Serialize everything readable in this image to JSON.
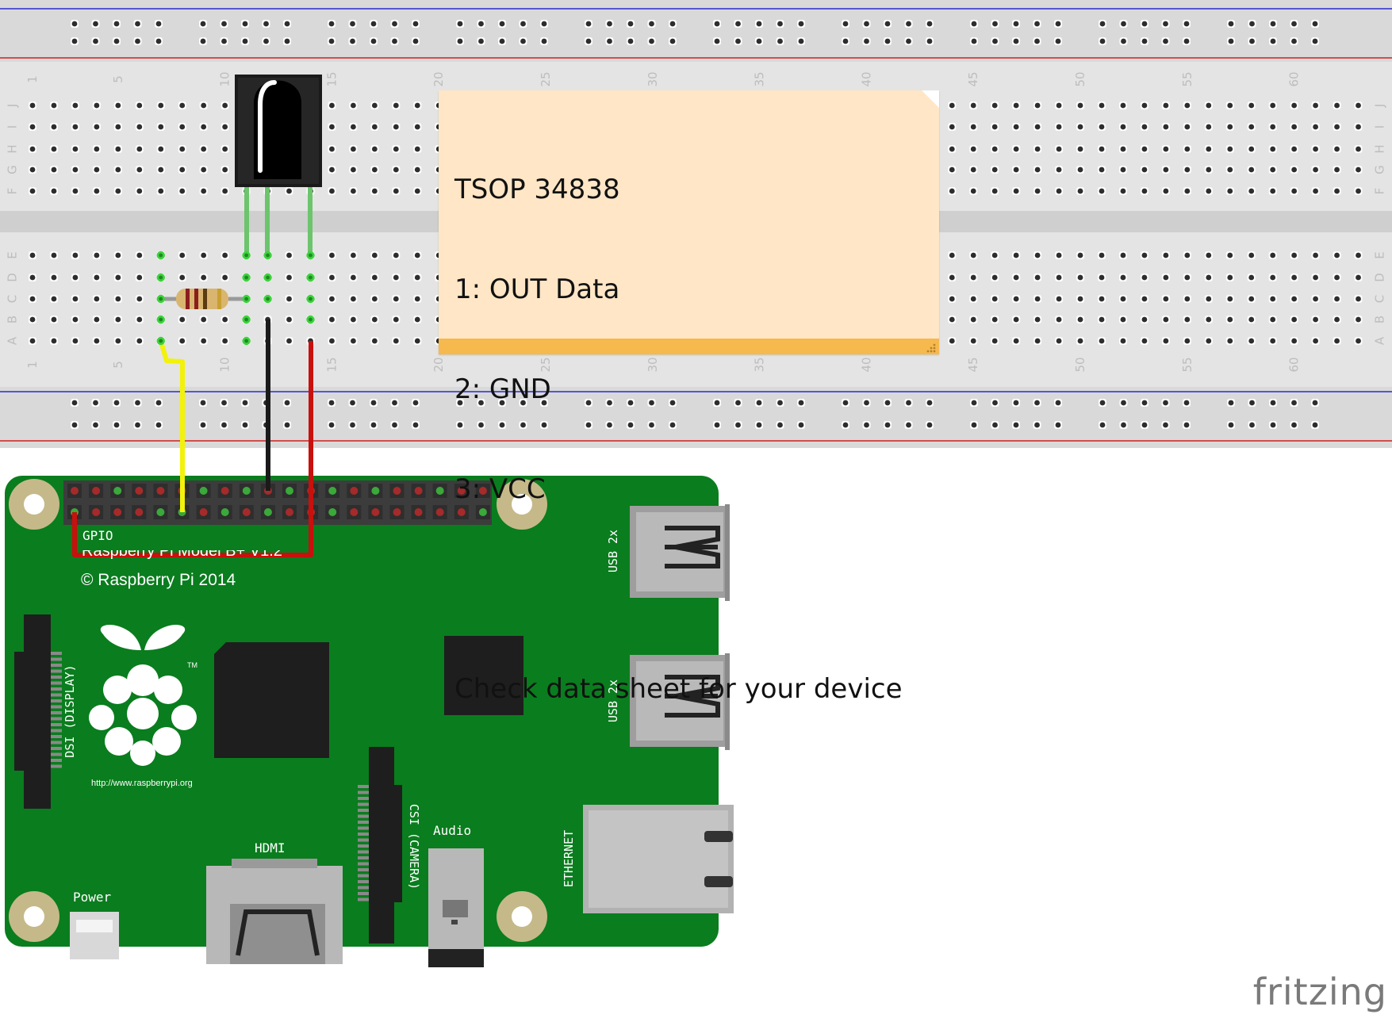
{
  "note": {
    "lines": [
      "TSOP 34838",
      "1: OUT Data",
      "2: GND",
      "3: VCC",
      "",
      "Check data sheet for your device"
    ]
  },
  "breadboard": {
    "column_numbers": [
      "1",
      "5",
      "10",
      "15",
      "20",
      "25",
      "30",
      "35",
      "40",
      "45",
      "50",
      "55",
      "60"
    ],
    "row_letters_top": [
      "J",
      "I",
      "H",
      "G",
      "F"
    ],
    "row_letters_bottom": [
      "E",
      "D",
      "C",
      "B",
      "A"
    ]
  },
  "pi": {
    "gpio_label": "GPIO",
    "model_label": "Raspberry Pi Model B+ V1.2",
    "copyright": "© Raspberry Pi 2014",
    "url": "http://www.raspberrypi.org",
    "tm": "TM",
    "dsi_label": "DSI (DISPLAY)",
    "csi_label": "CSI (CAMERA)",
    "hdmi_label": "HDMI",
    "audio_label": "Audio",
    "power_label": "Power",
    "usb1_label": "USB 2x",
    "usb2_label": "USB 2x",
    "ethernet_label": "ETHERNET"
  },
  "watermark": "fritzing",
  "colors": {
    "breadboard": "#d9d9d9",
    "pcb": "#0a7d1e",
    "wire_yellow": "#f2f20a",
    "wire_black": "#1a1a1a",
    "wire_red": "#c8100c",
    "leg_green": "#6cc46c",
    "note_bg": "#ffe6c6",
    "note_bar": "#f6b94e"
  }
}
